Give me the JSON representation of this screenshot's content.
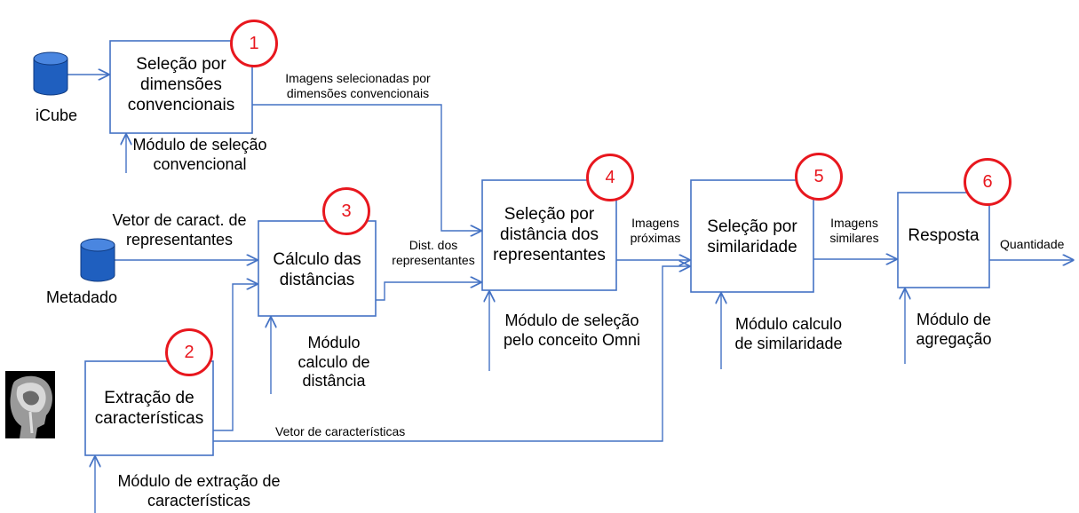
{
  "colors": {
    "line": "#4472c4",
    "badge": "#e8171e",
    "db": "#1f5fbf"
  },
  "sources": {
    "icube": "iCube",
    "metadado": "Metadado"
  },
  "boxes": {
    "b1": {
      "number": "1",
      "line1": "Seleção por",
      "line2": "dimensões",
      "line3": "convencionais",
      "icon": "database-icon"
    },
    "b2": {
      "number": "2",
      "line1": "Extração de",
      "line2": "características"
    },
    "b3": {
      "number": "3",
      "line1": "Cálculo das",
      "line2": "distâncias"
    },
    "b4": {
      "number": "4",
      "line1": "Seleção por",
      "line2": "distância dos",
      "line3": "representantes"
    },
    "b5": {
      "number": "5",
      "line1": "Seleção por",
      "line2": "similaridade"
    },
    "b6": {
      "number": "6",
      "line1": "Resposta"
    }
  },
  "modules": {
    "m1": {
      "line1": "Módulo de seleção",
      "line2": "convencional"
    },
    "m2": {
      "line1": "Módulo de extração de",
      "line2": "características"
    },
    "m3": {
      "line1": "Módulo",
      "line2": "calculo de",
      "line3": "distância"
    },
    "m4": {
      "line1": "Módulo de seleção",
      "line2": "pelo conceito Omni"
    },
    "m5": {
      "line1": "Módulo calculo",
      "line2": "de similaridade"
    },
    "m6": {
      "line1": "Módulo de",
      "line2": "agregação"
    }
  },
  "edges": {
    "e1": {
      "line1": "Imagens selecionadas por",
      "line2": "dimensões convencionais"
    },
    "e_vetor_repr": {
      "line1": "Vetor de caract. de",
      "line2": "representantes"
    },
    "e_dist": {
      "line1": "Dist. dos",
      "line2": "representantes"
    },
    "e_proximas": {
      "line1": "Imagens",
      "line2": "próximas"
    },
    "e_similares": {
      "line1": "Imagens",
      "line2": "similares"
    },
    "e_quantidade": "Quantidade",
    "e_vetor": "Vetor de características"
  },
  "image_icon": "mri-head-icon"
}
